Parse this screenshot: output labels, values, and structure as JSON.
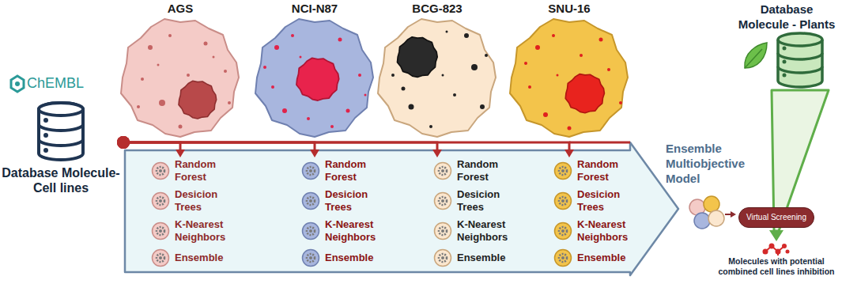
{
  "diagram": {
    "nodes": [
      {
        "text": [
          "Database Molecule-Cell lines"
        ]
      },
      {
        "text": [
          "AGS"
        ]
      },
      {
        "text": [
          "NCI-N87"
        ]
      },
      {
        "text": [
          "BCG-823"
        ]
      },
      {
        "text": [
          "SNU-16"
        ]
      },
      {
        "text": [
          "Random Forest"
        ]
      },
      {
        "text": [
          "Desicion Trees"
        ]
      },
      {
        "text": [
          "K-Nearest Neighbors"
        ]
      },
      {
        "text": [
          "Ensemble"
        ]
      },
      {
        "text": [
          "Random Forest"
        ]
      },
      {
        "text": [
          "Desicion Trees"
        ]
      },
      {
        "text": [
          "K-Nearest Neighbors"
        ]
      },
      {
        "text": [
          "Ensemble"
        ]
      },
      {
        "text": [
          "Random Forest"
        ]
      },
      {
        "text": [
          "Desicion Trees"
        ]
      },
      {
        "text": [
          "K-Nearest Neighbors"
        ]
      },
      {
        "text": [
          "Ensemble"
        ]
      },
      {
        "text": [
          "Random Forest"
        ]
      },
      {
        "text": [
          "Desicion Trees"
        ]
      },
      {
        "text": [
          "K-Nearest Neighbors"
        ]
      },
      {
        "text": [
          "Ensemble"
        ]
      },
      {
        "text": [
          "Database Molecule - Plants"
        ]
      },
      {
        "text": [
          "Virtual Screening"
        ]
      },
      {
        "text": [
          "Molecules with potential combined cell lines inhibition"
        ]
      }
    ],
    "edges": [
      {
        "from": 0,
        "to": 5,
        "arrow": "to"
      },
      {
        "from": 0,
        "to": 9,
        "arrow": "to"
      },
      {
        "from": 0,
        "to": 13,
        "arrow": "to"
      },
      {
        "from": 0,
        "to": 17,
        "arrow": "to"
      },
      {
        "from": 21,
        "to": 23,
        "arrow": "to"
      }
    ],
    "labels": [
      "ChEMBL",
      "Ensemble Multiobjective Model"
    ]
  }
}
